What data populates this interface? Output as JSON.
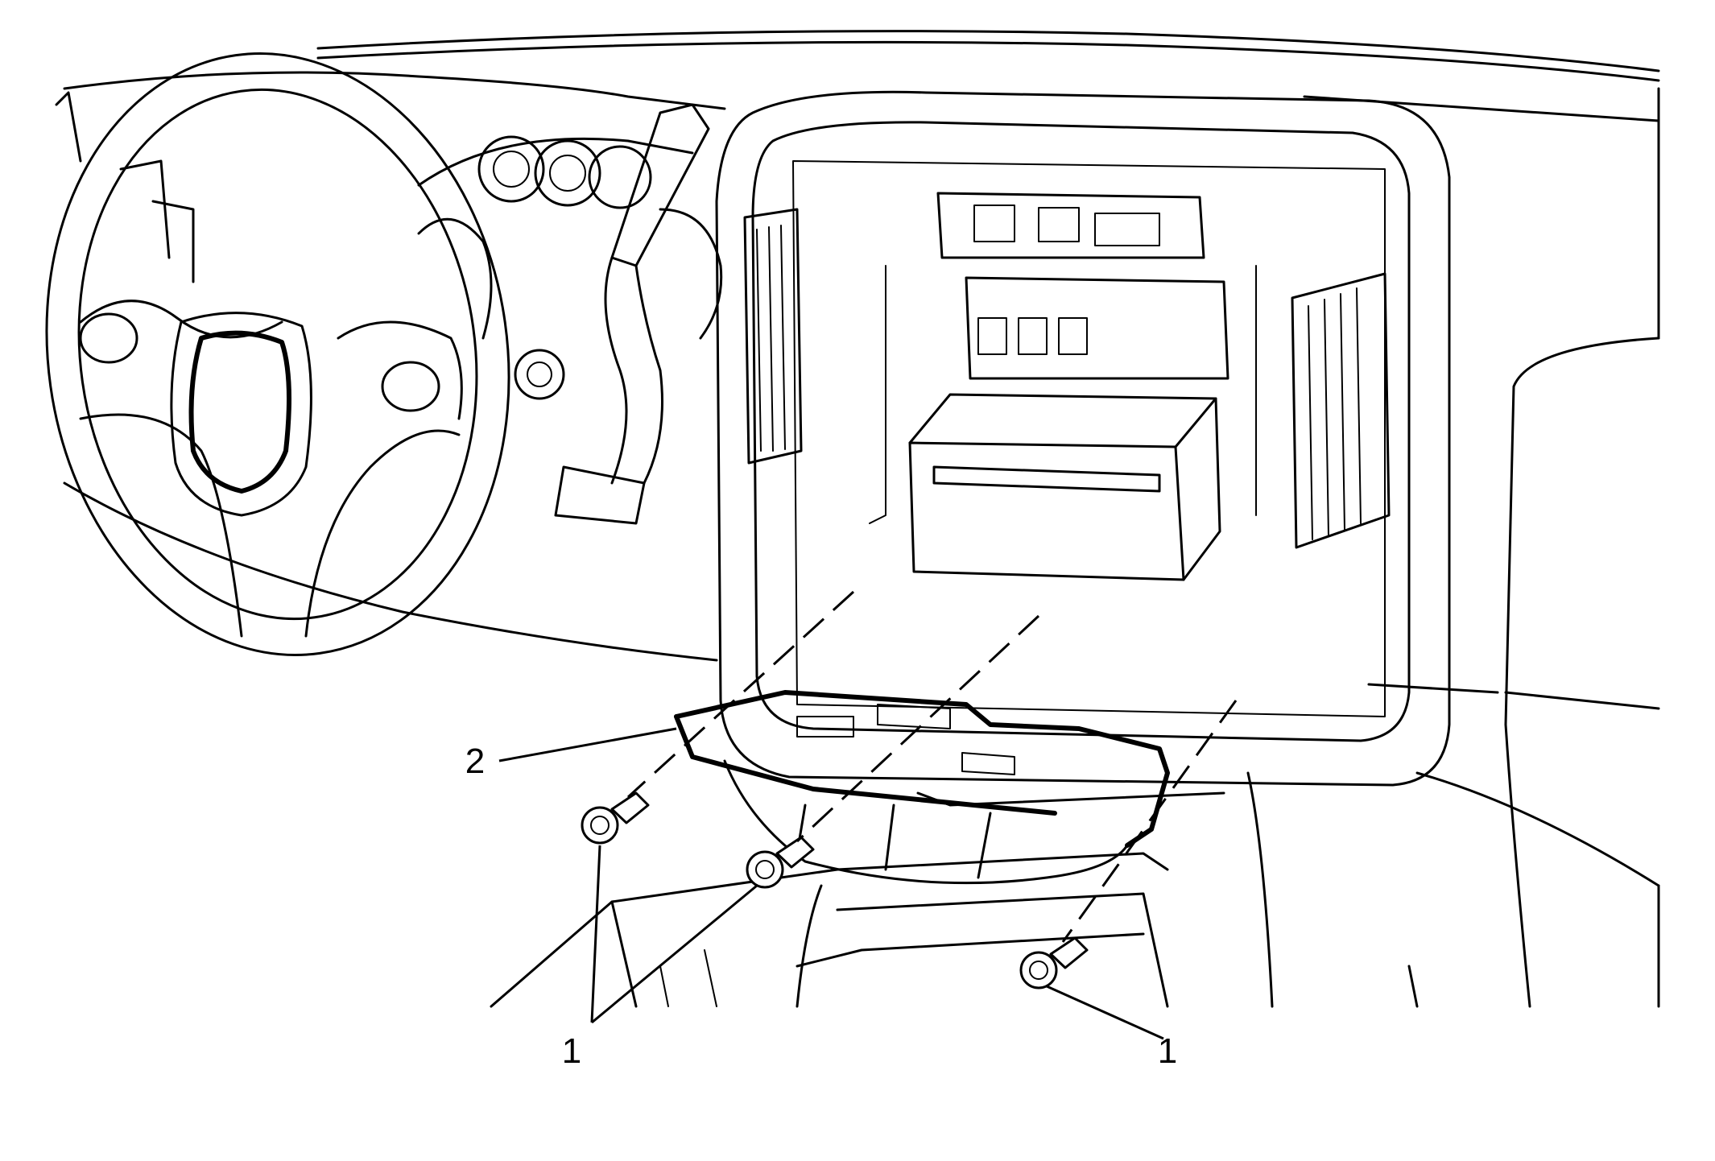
{
  "callouts": {
    "fastener_left": "1",
    "fastener_right": "1",
    "bracket": "2"
  }
}
